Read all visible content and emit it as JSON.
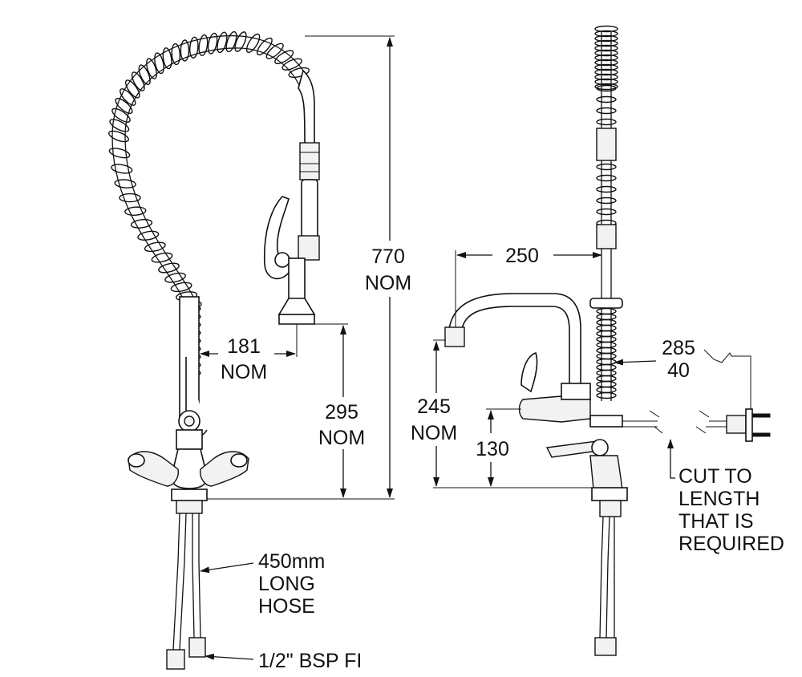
{
  "dimensions": {
    "height_overall": {
      "value": "770",
      "unit": "NOM"
    },
    "spout_offset": {
      "value": "181",
      "unit": "NOM"
    },
    "spout_height": {
      "value": "295",
      "unit": "NOM"
    },
    "wall_spout_projection": {
      "value": "250"
    },
    "wall_spout_height": {
      "value": "245",
      "unit": "NOM"
    },
    "wall_inlet_height": {
      "value": "130"
    },
    "wall_bracket_a": {
      "value": "285"
    },
    "wall_bracket_b": {
      "value": "40"
    }
  },
  "notes": {
    "hose": [
      "450mm",
      "LONG",
      "HOSE"
    ],
    "connector": "1/2\" BSP FI",
    "cut": [
      "CUT TO",
      "LENGTH",
      "THAT IS",
      "REQUIRED"
    ]
  },
  "colors": {
    "line": "#111111",
    "background": "#ffffff",
    "fill": "#f2f2f2"
  }
}
